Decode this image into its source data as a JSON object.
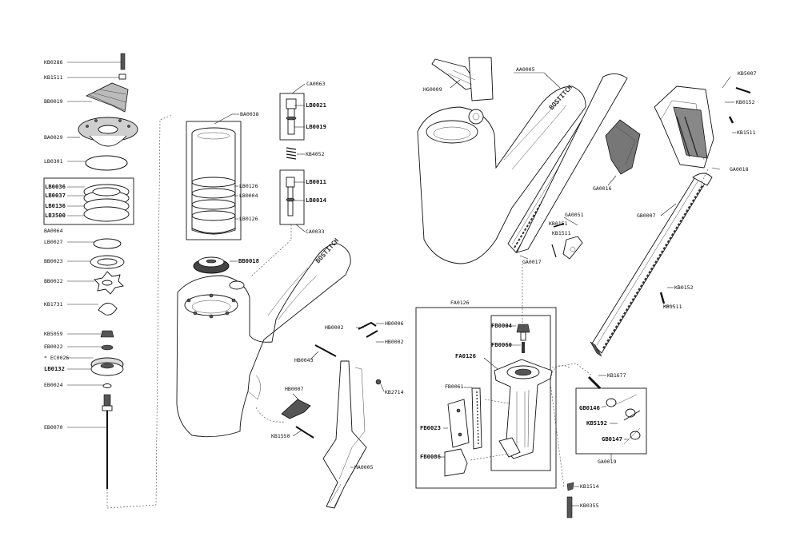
{
  "diagram": {
    "labels": {
      "KB0286": "KB0286",
      "KB1511a": "KB1511",
      "BB0019": "BB0019",
      "BA0029": "BA0029",
      "LB0301": "LB0301",
      "LB0036": "LB0036",
      "LB0037": "LB0037",
      "LB0136": "LB0136",
      "LB3500": "LB3500",
      "BA0064": "BA0064",
      "LB0027": "LB0027",
      "BB0023": "BB0023",
      "BB0022": "BB0022",
      "KB1731": "KB1731",
      "KB5059": "KB5059",
      "EB0022": "EB0022",
      "FC0026": "* EC0026",
      "LB0132": "LB0132",
      "EB0024": "EB0024",
      "EB0070": "EB0070",
      "BA0038": "BA0038",
      "LB0126a": "LB0126",
      "LB0004": "LB0004",
      "LB0126b": "LB0126",
      "BB0018": "BB0018",
      "CA0063": "CA0063",
      "LB0021": "LB0021",
      "LB0019": "LB0019",
      "KB4052": "KB4052",
      "LB0011": "LB0011",
      "LB0014": "LB0014",
      "CA0033": "CA0033",
      "HB0002a": "HB0002",
      "HB0006": "HB0006",
      "HB0002b": "HB0002",
      "HB0043": "HB0043",
      "KB2714": "KB2714",
      "HB0007": "HB0007",
      "KB1550": "KB1550",
      "HA0005": "HA0005",
      "HG0009": "HG0009",
      "AA0005": "AA0005",
      "KB5007": "KB5007",
      "KB0152a": "KB0152",
      "KB1511b": "KB1511",
      "GA0018": "GA0018",
      "GA0016": "GA0016",
      "GA0051": "GA0051",
      "KB0151": "KB0151",
      "KB1511c": "KB1511",
      "GA0017": "GA0017",
      "GB0007": "GB0007",
      "KB0152b": "KB0152",
      "KB1511d": "KB1511",
      "FA0126a": "FA0126",
      "FB0004": "FB0004",
      "FB0060": "FB0060",
      "FA0126b": "FA0126",
      "FB0061": "FB0061",
      "FB0023": "FB0023",
      "FB0086": "FB0086",
      "KB1677": "KB1677",
      "GB0146": "GB0146",
      "KB5192": "KB5192",
      "GB0147": "GB0147",
      "GA0019": "GA0019",
      "KB1514": "KB1514",
      "KB0355": "KB0355"
    },
    "brand": {
      "body_left": "BOSTITCH",
      "body_right": "BOSTITCH"
    }
  }
}
